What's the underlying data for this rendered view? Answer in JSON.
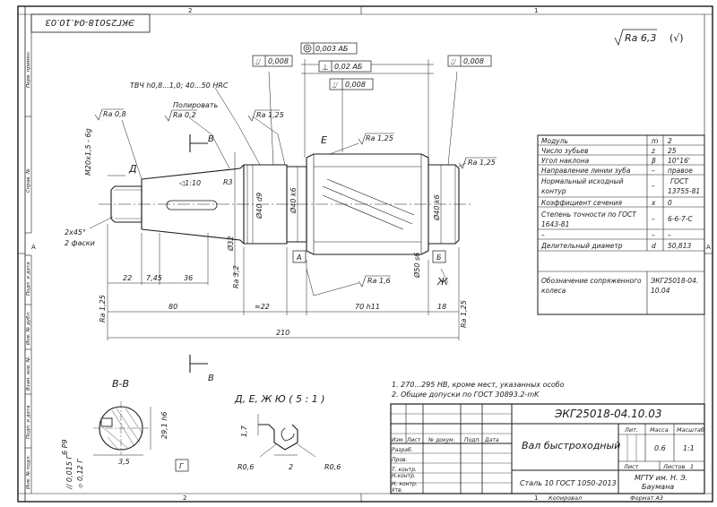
{
  "sheet": {
    "zone_top_left": "2",
    "zone_top_right": "1",
    "zone_side_left": "А",
    "zone_side_right": "А",
    "zone_bottom_left": "2",
    "zone_bottom_right": "1",
    "rotated_code": "ЭКГ25018-04.10.03",
    "margin_labels": [
      "Перв. примен.",
      "Справ. №",
      "Подп. и дата",
      "Инв. № дубл.",
      "Взам. инв. №",
      "Подп. и дата",
      "Инв. № подл."
    ]
  },
  "roughness_general": {
    "value": "Ra 6,3",
    "suffix": "(√)"
  },
  "drawing": {
    "tol_runout_1": "0,008",
    "tol_runout_2": "0,008",
    "tol_runout_3": "0,008",
    "tol_concentric": "0,003 АБ",
    "tol_perp": "0,02 АБ",
    "heat_treat": "ТВЧ h0,8...1,0; 40...50 HRC",
    "polish": "Полировать",
    "ra_02": "Ra 0,2",
    "ra_08": "Ra 0,8",
    "ra_125_a": "Ra 1,25",
    "ra_125_b": "Ra 1,25",
    "ra_125_c": "Ra 1,25",
    "ra_125_d": "Ra 1,25",
    "ra_125_e": "Ra 1,25",
    "ra_16": "Ra 1,6",
    "ra_32": "Ra 3,2",
    "thread": "M20x1,5 - 6g",
    "taper": "◁1:10",
    "r3": "R3",
    "d40d9": "Ø40 d9",
    "d32": "Ø32",
    "d40k6_a": "Ø40 k6",
    "d40k6_b": "Ø40 k6",
    "d50s6": "Ø50 s6",
    "chamfer_1": "2x45°",
    "chamfer_2": "2 фаски",
    "dim_22": "22",
    "dim_745": "7,45",
    "dim_36": "36",
    "dim_80": "80",
    "dim_22b": "≈22",
    "dim_70": "70 h11",
    "dim_18": "18",
    "dim_210": "210",
    "label_d": "Д",
    "label_e": "Е",
    "label_zh": "Ж",
    "label_v1": "В",
    "label_v2": "В",
    "base_a": "А",
    "base_b": "Б",
    "base_g": "Г"
  },
  "section_bb": {
    "title": "В-В",
    "dim_29": "29,1 h6",
    "dim_35": "3,5",
    "p9": "6 P9",
    "par": "// 0,015 Г",
    "sym": "⌯ 0,12 Г"
  },
  "detail": {
    "title": "Д, Е, Ж Ю ( 5 : 1 )",
    "dim_17": "1,7",
    "r06a": "R0,6",
    "r06b": "R0,6",
    "dim_2": "2"
  },
  "params": [
    [
      "Модуль",
      "m",
      "2"
    ],
    [
      "Число зубьев",
      "z",
      "25"
    ],
    [
      "Угол наклона",
      "β",
      "10°16'"
    ],
    [
      "Направление линии зуба",
      "–",
      "правое"
    ],
    [
      "Нормальный исходный контур",
      "–",
      "ГОСТ 13755-81"
    ],
    [
      "Коэффициент сечения",
      "x",
      "0"
    ],
    [
      "Степень точности по ГОСТ 1643-81",
      "–",
      "6-6-7-С"
    ],
    [
      "–",
      "–",
      "–"
    ],
    [
      "Делительный диаметр",
      "d",
      "50,813"
    ],
    [
      "Обозначение сопряженного колеса",
      "",
      "ЭКГ25018-04.10.04"
    ]
  ],
  "notes": [
    "1. 270...295 HB, кроме мест, указанных особо",
    "2. Общие допуски по ГОСТ 30893.2-mK"
  ],
  "title_block": {
    "code": "ЭКГ25018-04.10.03",
    "name": "Вал быстроходный",
    "material": "Сталь 10 ГОСТ 1050-2013",
    "org_1": "МГТУ им. Н. Э.",
    "org_2": "Баумана",
    "lit_label": "Лит.",
    "mass_label": "Масса",
    "scale_label": "Масштаб",
    "mass": "0.6",
    "scale": "1:1",
    "sheet_label": "Лист",
    "sheets_label": "Листов",
    "sheets": "1",
    "rev_cols": [
      "Изм.",
      "Лист",
      "№ докум.",
      "Подп.",
      "Дата"
    ],
    "roles": [
      "Разраб.",
      "Пров.",
      "Т. контр.",
      "Н.контр.",
      "Н. контр.",
      "Утв."
    ],
    "copied": "Копировал",
    "format": "Формат А3"
  }
}
